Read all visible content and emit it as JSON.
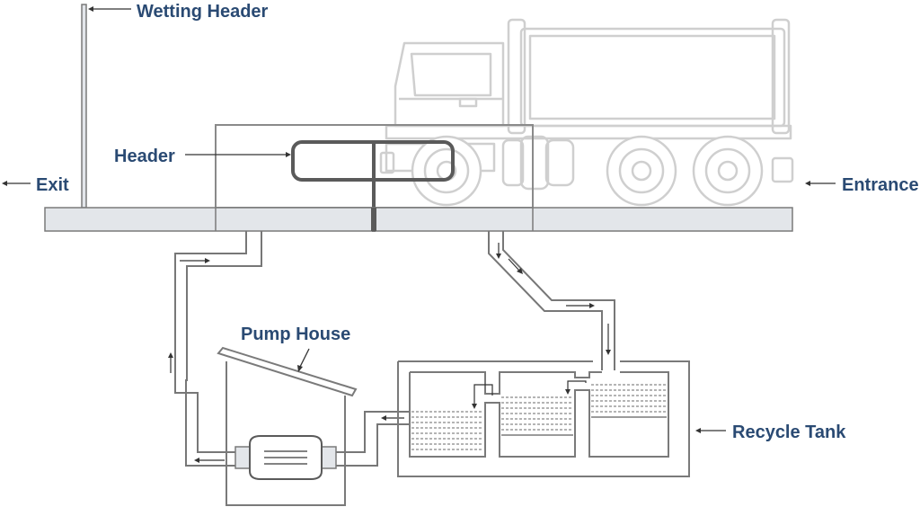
{
  "labels": {
    "wetting_header": "Wetting Header",
    "header": "Header",
    "exit": "Exit",
    "entrance": "Entrance",
    "pump_house": "Pump House",
    "recycle_tank": "Recycle Tank"
  },
  "colors": {
    "label_text": "#2a4a73",
    "truck_outline": "#cfcfcf",
    "platform_fill": "#e3e6ea",
    "pipe_stroke": "#777777",
    "header_stroke": "#555555"
  }
}
